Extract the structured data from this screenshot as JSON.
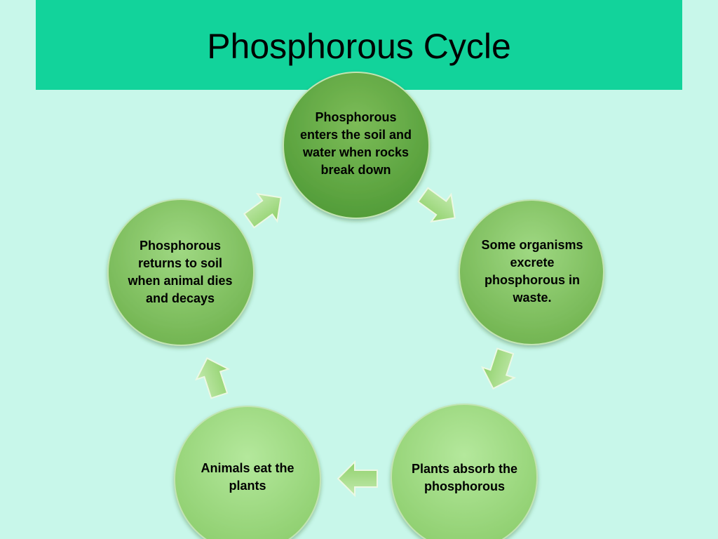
{
  "page": {
    "title": "Phosphorous Cycle"
  },
  "colors": {
    "background": "#c8f7ea",
    "title_bar": "#12d39b",
    "node_top_dark": "#4f9a36",
    "node_top_light": "#7cbc58",
    "node_middle_light": "#9fd882",
    "node_bottom_light": "#b4e89c",
    "node_border": "#c2e4b3",
    "arrow_fill": "#a9df8c"
  },
  "cycle": {
    "steps": [
      {
        "text": "Phosphorous enters the soil and water when rocks break down"
      },
      {
        "text": "Some organisms excrete phosphorous in waste."
      },
      {
        "text": "Plants absorb the phosphorous"
      },
      {
        "text": "Animals eat the plants"
      },
      {
        "text": "Phosphorous returns to soil when animal dies and decays"
      }
    ],
    "arrow_count": 5
  }
}
